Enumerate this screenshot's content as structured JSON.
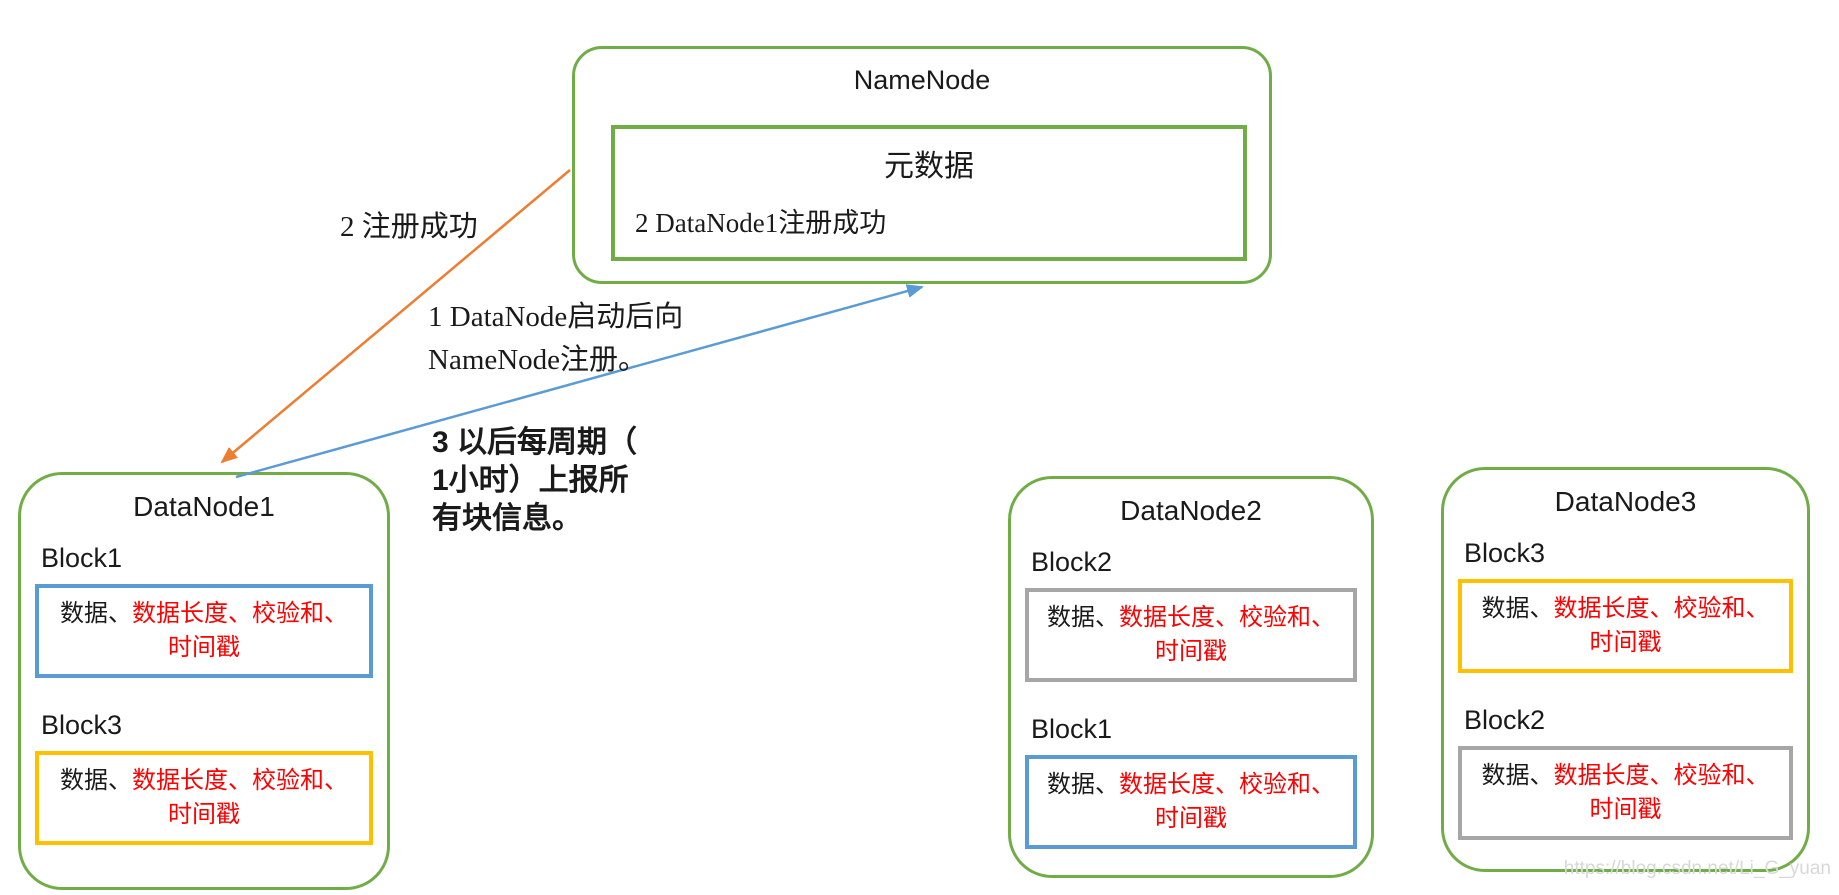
{
  "colors": {
    "green": "#70AD47",
    "orange": "#ED7D31",
    "blue": "#5B9BD5",
    "yellow": "#FFC000",
    "gray": "#A6A6A6",
    "red": "#FF0000",
    "text": "#1A1A1A",
    "watermark": "#D8D8D8"
  },
  "namenode": {
    "title": "NameNode",
    "metadata_title": "元数据",
    "metadata_note": "2 DataNode1注册成功"
  },
  "annotations": {
    "step2": "2 注册成功",
    "step1_line1": "1 DataNode启动后向",
    "step1_line2": "NameNode注册。",
    "step3_line1": "3 以后每周期（",
    "step3_line2": "1小时）上报所",
    "step3_line3": "有块信息。"
  },
  "block_content": {
    "black_part": "数据、",
    "red_part_line1": "数据长度、校验和、",
    "red_part_line2": "时间戳"
  },
  "datanodes": [
    {
      "title": "DataNode1",
      "blocks": [
        {
          "label": "Block1",
          "border_color": "#5B9BD5"
        },
        {
          "label": "Block3",
          "border_color": "#FFC000"
        }
      ]
    },
    {
      "title": "DataNode2",
      "blocks": [
        {
          "label": "Block2",
          "border_color": "#A6A6A6"
        },
        {
          "label": "Block1",
          "border_color": "#5B9BD5"
        }
      ]
    },
    {
      "title": "DataNode3",
      "blocks": [
        {
          "label": "Block3",
          "border_color": "#FFC000"
        },
        {
          "label": "Block2",
          "border_color": "#A6A6A6"
        }
      ]
    }
  ],
  "watermark": "https://blog.csdn.net/Li_G_yuan"
}
